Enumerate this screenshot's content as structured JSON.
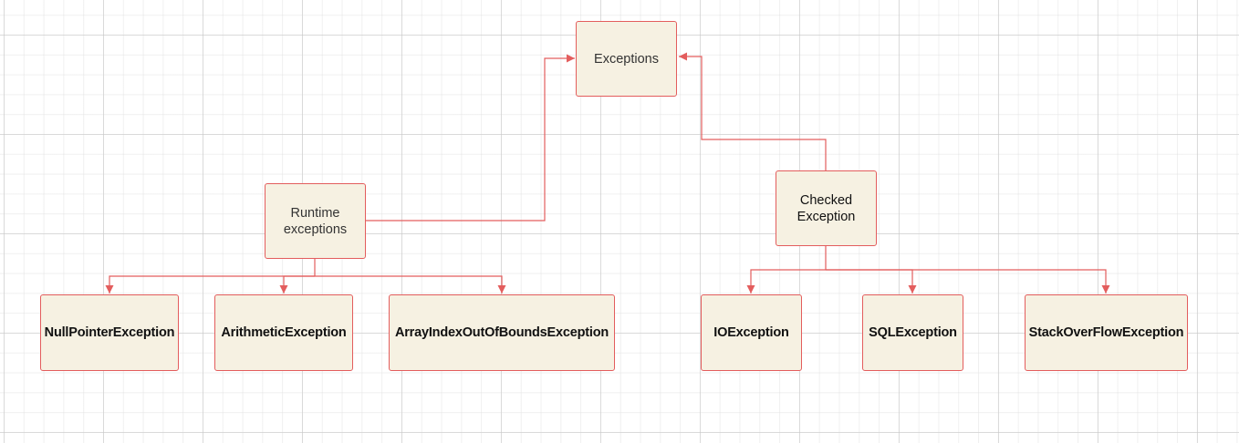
{
  "diagram": {
    "colors": {
      "accent": "#e35d5d",
      "node_fill": "#f6f1e2",
      "grid": "#d8d8d8"
    },
    "nodes": {
      "exceptions": {
        "label": "Exceptions"
      },
      "runtime": {
        "line1": "Runtime",
        "line2": "exceptions"
      },
      "checked": {
        "line1": "Checked",
        "line2": "Exception"
      },
      "null_pointer": {
        "label": "NullPointerException"
      },
      "arithmetic": {
        "label": "ArithmeticException"
      },
      "array_index": {
        "label": "ArrayIndexOutOfBoundsException"
      },
      "io": {
        "label": "IOException"
      },
      "sql": {
        "label": "SQLException"
      },
      "stack_overflow": {
        "label": "StackOverFlowException"
      }
    }
  }
}
